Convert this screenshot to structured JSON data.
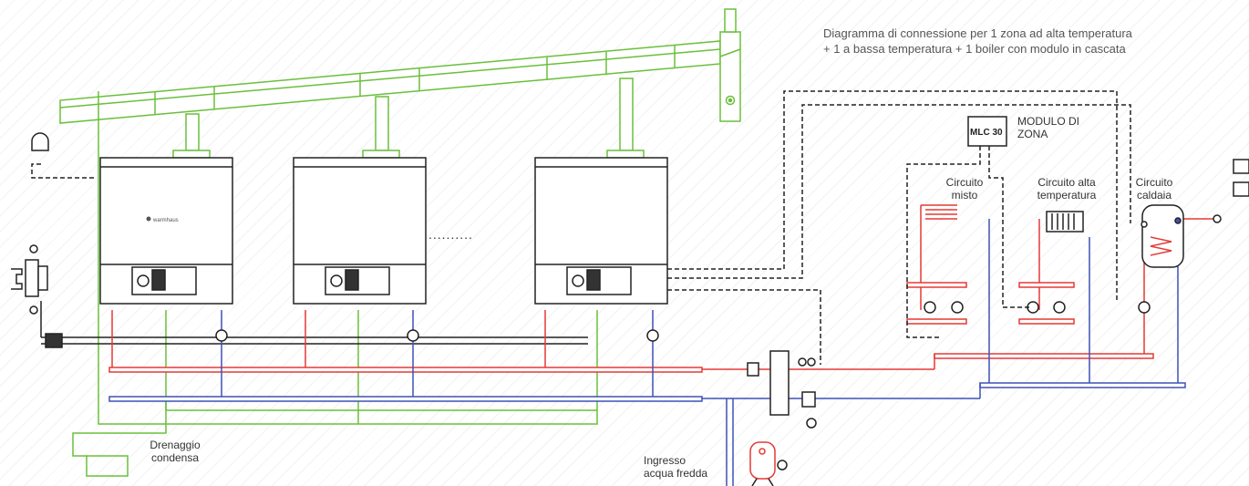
{
  "diagram": {
    "title_line1": "Diagramma di connessione  per 1 zona  ad alta temperatura",
    "title_line2": "+ 1 a bassa temperatura + 1 boiler con modulo in cascata",
    "module_code": "MLC 30",
    "module_label_line1": "MODULO DI",
    "module_label_line2": "ZONA",
    "circuit_mixed_line1": "Circuito",
    "circuit_mixed_line2": "misto",
    "circuit_high_line1": "Circuito alta",
    "circuit_high_line2": "temperatura",
    "circuit_boiler_line1": "Circuito",
    "circuit_boiler_line2": "caldaia",
    "condensate_line1": "Drenaggio",
    "condensate_line2": "condensa",
    "cold_water_line1": "Ingresso",
    "cold_water_line2": "acqua fredda",
    "ellipsis": "..........",
    "brand_text": "warmhaus"
  },
  "colors": {
    "flow_pipe": "#e53935",
    "return_pipe": "#3f51b5",
    "flue_and_drain": "#6abf3b",
    "wiring": "#222222",
    "unit_body": "#ffffff",
    "unit_outline": "#222222"
  }
}
